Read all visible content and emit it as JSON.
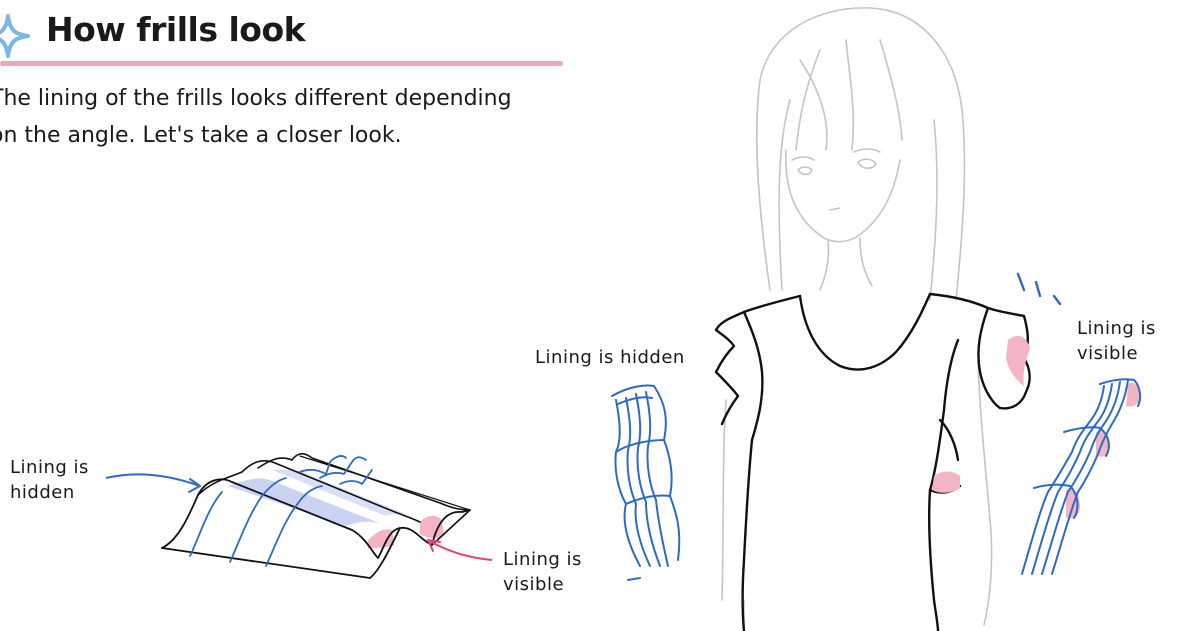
{
  "header": {
    "title": "How frills look",
    "sparkle_icon": "sparkle-icon"
  },
  "intro": {
    "line1": "The lining of the frills looks different depending",
    "line2": "on the angle. Let's take a closer look."
  },
  "labels": {
    "flat_hidden_1": "Lining is",
    "flat_hidden_2": "hidden",
    "flat_visible_1": "Lining is",
    "flat_visible_2": "visible",
    "figure_hidden": "Lining is hidden",
    "figure_visible_1": "Lining is",
    "figure_visible_2": "visible"
  },
  "colors": {
    "accent_pink": "#f2a3be",
    "lining_pink": "#f3b5c4",
    "line_blue": "#2d6ac4",
    "hidden_shade": "#b9c4ef",
    "sketch_gray": "#c4c4c4",
    "sparkle_blue": "#7ab6ea"
  }
}
